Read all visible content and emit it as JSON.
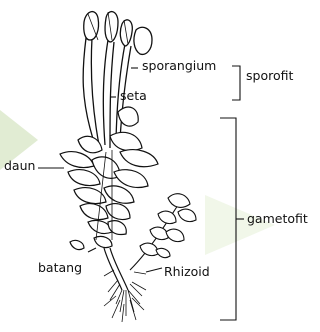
{
  "labels": {
    "sporangium": "sporangium",
    "seta": "seta",
    "sporofit": "sporofit",
    "daun": "daun",
    "gametofit": "gametofit",
    "batang": "batang",
    "rhizoid": "Rhizoid"
  },
  "colors": {
    "ink": "#111111",
    "watermark": "#c9dcae"
  }
}
